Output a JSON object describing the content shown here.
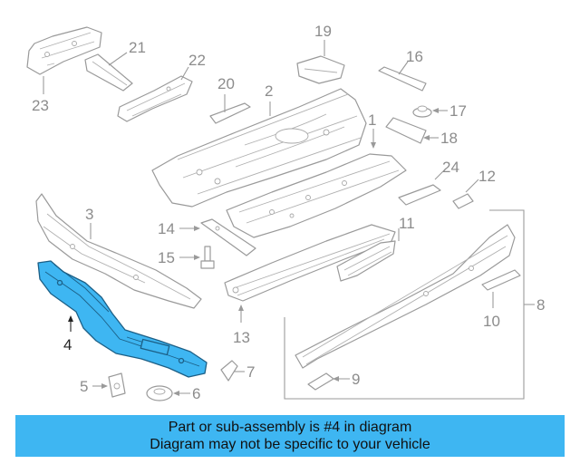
{
  "callouts": {
    "c1": "1",
    "c2": "2",
    "c3": "3",
    "c4": "4",
    "c5": "5",
    "c6": "6",
    "c7": "7",
    "c8": "8",
    "c9": "9",
    "c10": "10",
    "c11": "11",
    "c12": "12",
    "c13": "13",
    "c14": "14",
    "c15": "15",
    "c16": "16",
    "c17": "17",
    "c18": "18",
    "c19": "19",
    "c20": "20",
    "c21": "21",
    "c22": "22",
    "c23": "23",
    "c24": "24"
  },
  "highlighted_part": "4",
  "colors": {
    "highlight": "#3eb6f2",
    "banner": "#3eb6f2",
    "line": "#9a9a9a"
  },
  "banner": {
    "line1": "Part or sub-assembly is #4 in diagram",
    "line2": "Diagram may not be specific to your vehicle"
  }
}
